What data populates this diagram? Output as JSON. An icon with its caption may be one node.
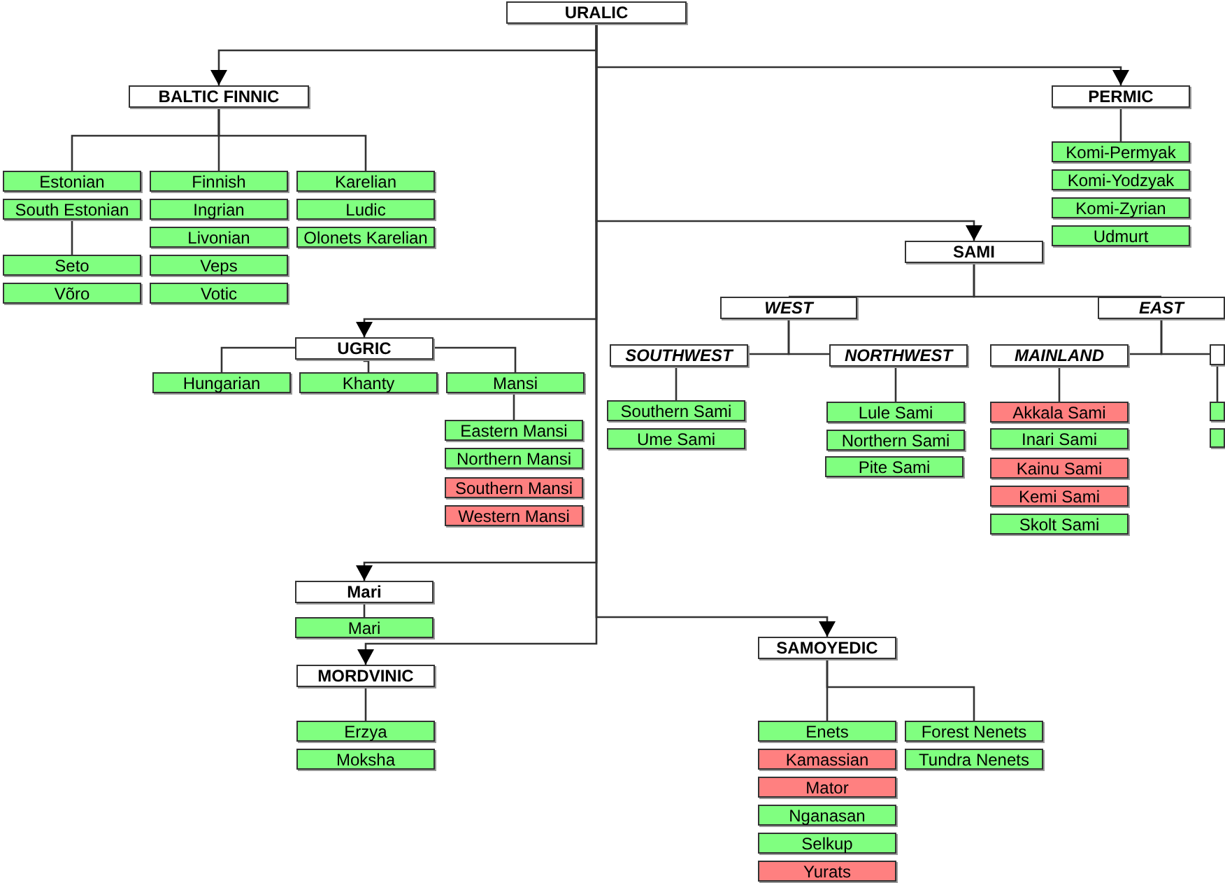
{
  "diagram": {
    "nodes": [
      {
        "text": [
          "URALIC"
        ]
      },
      {
        "text": [
          "BALTIC FINNIC"
        ]
      },
      {
        "text": [
          "PERMIC"
        ]
      },
      {
        "text": [
          "Estonian"
        ]
      },
      {
        "text": [
          "South Estonian"
        ]
      },
      {
        "text": [
          "Seto"
        ]
      },
      {
        "text": [
          "Võro"
        ]
      },
      {
        "text": [
          "Finnish"
        ]
      },
      {
        "text": [
          "Ingrian"
        ]
      },
      {
        "text": [
          "Livonian"
        ]
      },
      {
        "text": [
          "Veps"
        ]
      },
      {
        "text": [
          "Votic"
        ]
      },
      {
        "text": [
          "Karelian"
        ]
      },
      {
        "text": [
          "Ludic"
        ]
      },
      {
        "text": [
          "Olonets Karelian"
        ]
      },
      {
        "text": [
          "Komi-Permyak"
        ]
      },
      {
        "text": [
          "Komi-Yodzyak"
        ]
      },
      {
        "text": [
          "Komi-Zyrian"
        ]
      },
      {
        "text": [
          "Udmurt"
        ]
      },
      {
        "text": [
          "SAMI"
        ]
      },
      {
        "text": [
          "WEST"
        ]
      },
      {
        "text": [
          "EAST"
        ]
      },
      {
        "text": [
          "SOUTHWEST"
        ]
      },
      {
        "text": [
          "NORTHWEST"
        ]
      },
      {
        "text": [
          "MAINLAND"
        ]
      },
      {
        "text": [],
        "shape": "box"
      },
      {
        "text": [
          "Southern Sami"
        ]
      },
      {
        "text": [
          "Ume Sami"
        ]
      },
      {
        "text": [
          "Lule Sami"
        ]
      },
      {
        "text": [
          "Northern Sami"
        ]
      },
      {
        "text": [
          "Pite Sami"
        ]
      },
      {
        "text": [
          "Akkala Sami"
        ]
      },
      {
        "text": [
          "Inari Sami"
        ]
      },
      {
        "text": [
          "Kainu Sami"
        ]
      },
      {
        "text": [
          "Kemi Sami"
        ]
      },
      {
        "text": [
          "Skolt Sami"
        ]
      },
      {
        "text": [],
        "shape": "box"
      },
      {
        "text": [],
        "shape": "box"
      },
      {
        "text": [
          "UGRIC"
        ]
      },
      {
        "text": [
          "Hungarian"
        ]
      },
      {
        "text": [
          "Khanty"
        ]
      },
      {
        "text": [
          "Mansi"
        ]
      },
      {
        "text": [
          "Eastern Mansi"
        ]
      },
      {
        "text": [
          "Northern Mansi"
        ]
      },
      {
        "text": [
          "Southern Mansi"
        ]
      },
      {
        "text": [
          "Western Mansi"
        ]
      },
      {
        "text": [
          "Mari"
        ]
      },
      {
        "text": [
          "Mari"
        ]
      },
      {
        "text": [
          "MORDVINIC"
        ]
      },
      {
        "text": [
          "Erzya"
        ]
      },
      {
        "text": [
          "Moksha"
        ]
      },
      {
        "text": [
          "SAMOYEDIC"
        ]
      },
      {
        "text": [
          "Enets"
        ]
      },
      {
        "text": [
          "Kamassian"
        ]
      },
      {
        "text": [
          "Mator"
        ]
      },
      {
        "text": [
          "Nganasan"
        ]
      },
      {
        "text": [
          "Selkup"
        ]
      },
      {
        "text": [
          "Yurats"
        ]
      },
      {
        "text": [
          "Forest Nenets"
        ]
      },
      {
        "text": [
          "Tundra Nenets"
        ]
      }
    ],
    "edges": [
      {
        "from": 0,
        "to": 1,
        "arrow": "to"
      },
      {
        "from": 0,
        "to": 2,
        "arrow": "to"
      },
      {
        "from": 0,
        "to": 19,
        "arrow": "to"
      },
      {
        "from": 0,
        "to": 38,
        "arrow": "to"
      },
      {
        "from": 0,
        "to": 46,
        "arrow": "to"
      },
      {
        "from": 0,
        "to": 51,
        "arrow": "to"
      },
      {
        "from": 0,
        "to": 48,
        "arrow": "to"
      },
      {
        "from": 1,
        "to": 3,
        "arrow": "none"
      },
      {
        "from": 1,
        "to": 7,
        "arrow": "none"
      },
      {
        "from": 1,
        "to": 12,
        "arrow": "none"
      },
      {
        "from": 4,
        "to": 5,
        "arrow": "none"
      },
      {
        "from": 2,
        "to": 15,
        "arrow": "none"
      },
      {
        "from": 19,
        "to": 20,
        "arrow": "none"
      },
      {
        "from": 19,
        "to": 21,
        "arrow": "none"
      },
      {
        "from": 20,
        "to": 22,
        "arrow": "none"
      },
      {
        "from": 20,
        "to": 23,
        "arrow": "none"
      },
      {
        "from": 21,
        "to": 24,
        "arrow": "none"
      },
      {
        "from": 21,
        "to": 25,
        "arrow": "none"
      },
      {
        "from": 22,
        "to": 26,
        "arrow": "none"
      },
      {
        "from": 23,
        "to": 28,
        "arrow": "none"
      },
      {
        "from": 24,
        "to": 31,
        "arrow": "none"
      },
      {
        "from": 25,
        "to": 36,
        "arrow": "none"
      },
      {
        "from": 38,
        "to": 39,
        "arrow": "none"
      },
      {
        "from": 38,
        "to": 40,
        "arrow": "none"
      },
      {
        "from": 38,
        "to": 41,
        "arrow": "none"
      },
      {
        "from": 41,
        "to": 42,
        "arrow": "none"
      },
      {
        "from": 46,
        "to": 47,
        "arrow": "none"
      },
      {
        "from": 48,
        "to": 49,
        "arrow": "none"
      },
      {
        "from": 51,
        "to": 52,
        "arrow": "none"
      },
      {
        "from": 51,
        "to": 58,
        "arrow": "none"
      }
    ]
  }
}
